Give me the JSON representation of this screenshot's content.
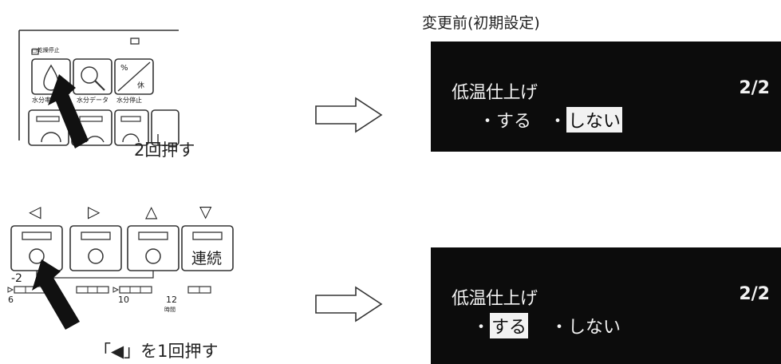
{
  "heading": "変更前(初期設定)",
  "step1": {
    "instruction": "2回押す",
    "button_labels": [
      "水分率",
      "水分データ",
      "水分停止"
    ],
    "indicator_label": "□乾燥停止",
    "ratio_label_top": "%",
    "ratio_label_bottom": "休"
  },
  "step2": {
    "instruction": "「◀」を1回押す",
    "arrow_labels": [
      "◁",
      "▷",
      "△",
      "▽"
    ],
    "continuous_label": "連続",
    "timer_prefix": "-2",
    "hours": [
      "6",
      "10",
      "12"
    ],
    "hour_unit": "時間"
  },
  "screen_before": {
    "title": "低温仕上げ",
    "page": "2/2",
    "option_on": "・する",
    "option_off_dot": "・",
    "option_off": "しない"
  },
  "screen_after": {
    "title": "低温仕上げ",
    "page": "2/2",
    "option_on_dot": "・",
    "option_on": "する",
    "option_off": "・しない"
  }
}
